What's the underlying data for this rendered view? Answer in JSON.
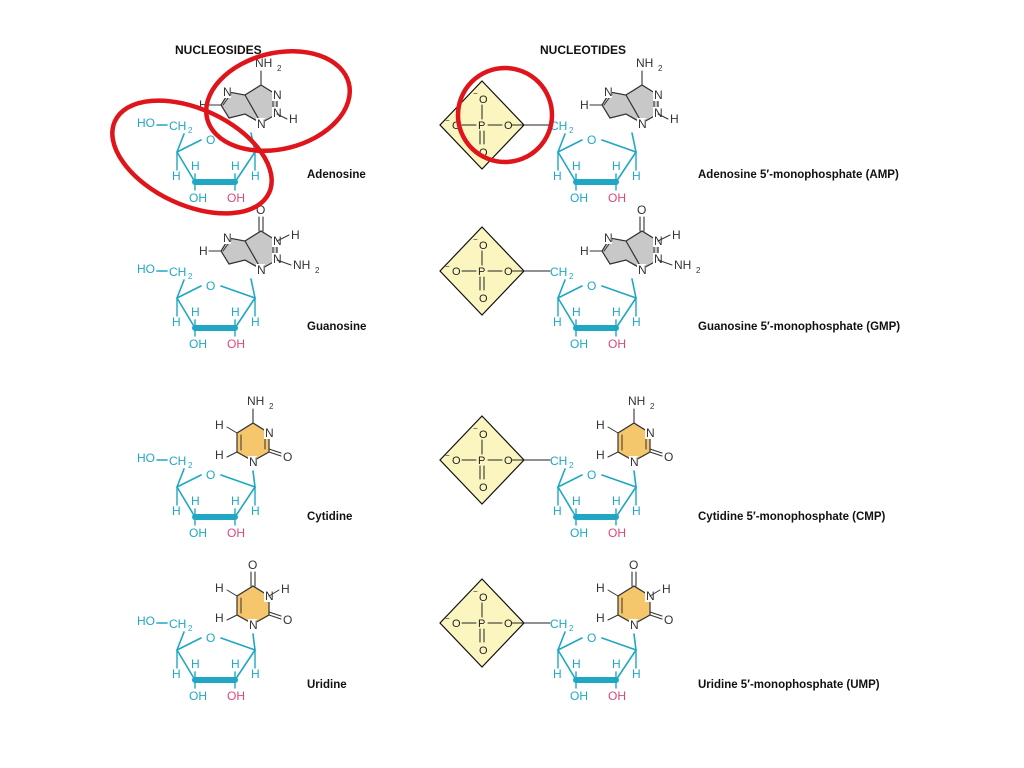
{
  "headers": {
    "nucleosides": "NUCLEOSIDES",
    "nucleotides": "NUCLEOTIDES"
  },
  "nucleosides": [
    "Adenosine",
    "Guanosine",
    "Cytidine",
    "Uridine"
  ],
  "nucleotides": [
    "Adenosine 5′-monophosphate (AMP)",
    "Guanosine 5′-monophosphate (GMP)",
    "Cytidine 5′-monophosphate (CMP)",
    "Uridine 5′-monophosphate (UMP)"
  ],
  "atoms": {
    "ho": "HO",
    "ch": "CH",
    "two": "2",
    "o": "O",
    "h": "H",
    "oh": "OH",
    "n": "N",
    "nh": "NH",
    "p": "P",
    "minus": "−"
  },
  "colors": {
    "sugar": "#1fa7c4",
    "hydroxyl": "#e0457b",
    "purine_fill": "#c8c8c8",
    "pyrimidine_fill": "#f5c66b",
    "phosphate_fill": "#fbf6c0",
    "highlight": "#e0141b"
  }
}
